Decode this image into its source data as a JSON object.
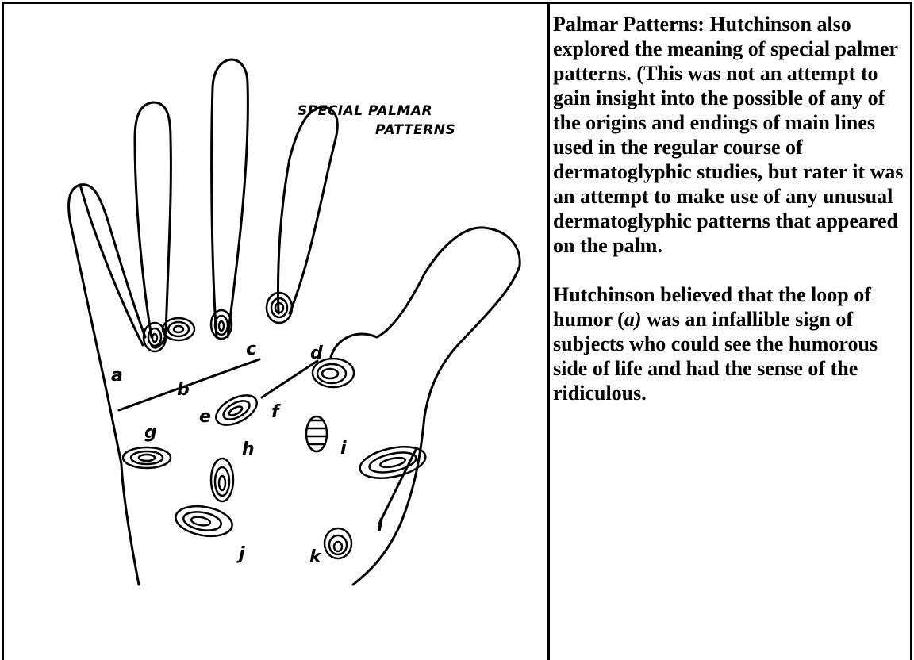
{
  "figure": {
    "title_lines": [
      "SPECIAL PALMAR",
      "PATTERNS"
    ],
    "labels": [
      "a",
      "b",
      "c",
      "d",
      "e",
      "f",
      "g",
      "h",
      "i",
      "j",
      "k",
      "l"
    ]
  },
  "text": {
    "paragraph1": "Palmar Patterns: Hutchinson also explored the meaning of special palmer patterns. (This was not an attempt to gain insight into the possible of any of the origins and endings of main lines used in the regular course of dermatoglyphic studies, but rater it was an attempt to make use of any unusual dermatoglyphic patterns that appeared on the palm.",
    "paragraph2_before": "Hutchinson believed that the loop of humor (",
    "paragraph2_italic": "a)",
    "paragraph2_after": " was an infallible sign of subjects who could see the humorous side of life and had the sense of the ridiculous."
  }
}
